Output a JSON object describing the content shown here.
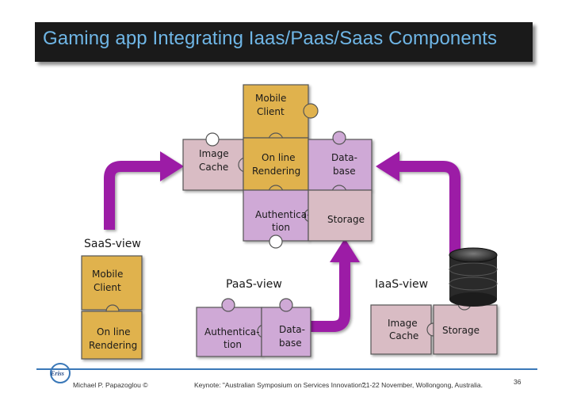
{
  "title": "Gaming app Integrating Iaas/Paas/Saas Components",
  "pieces": {
    "top_mobile": [
      "Mobile",
      "Client"
    ],
    "top_image": [
      "Image",
      "Cache"
    ],
    "top_online": [
      "On line",
      "Rendering"
    ],
    "top_database": [
      "Data-",
      "base"
    ],
    "top_auth": [
      "Authentica-",
      "tion"
    ],
    "top_storage": [
      "Storage"
    ],
    "saas_mobile": [
      "Mobile",
      "Client"
    ],
    "saas_online": [
      "On line",
      "Rendering"
    ],
    "paas_auth": [
      "Authentica-",
      "tion"
    ],
    "paas_database": [
      "Data-",
      "base"
    ],
    "iaas_image": [
      "Image",
      "Cache"
    ],
    "iaas_storage": [
      "Storage"
    ]
  },
  "views": {
    "saas": "SaaS-view",
    "paas": "PaaS-view",
    "iaas": "IaaS-view"
  },
  "footer": {
    "logo": "Eriss",
    "author": "Michael P. Papazoglou ©",
    "keynote": "Keynote: \"Australian Symposium on Services Innovation\",",
    "date": "21-22 November, Wollongong, Australia.",
    "page": "36"
  },
  "colors": {
    "saas": "#e0b24e",
    "paas": "#cfa9d6",
    "iaas": "#d9bcc4",
    "arrow": "#9c1ea6",
    "title": "#6fb6e6"
  }
}
